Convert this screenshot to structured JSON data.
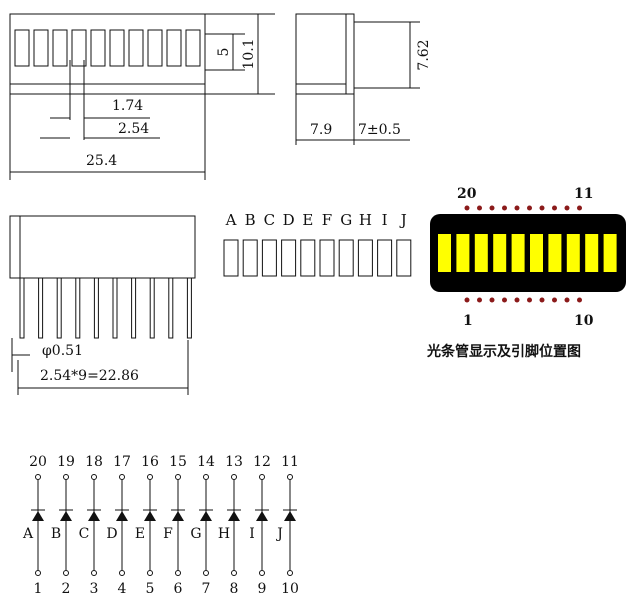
{
  "top_view": {
    "dim_height_inner": "5",
    "dim_height_outer": "10.1",
    "dim_seg_width": "1.74",
    "dim_pitch": "2.54",
    "dim_length": "25.4"
  },
  "side_view": {
    "dim_height": "7.62",
    "dim_body": "7.9",
    "dim_pin": "7±0.5"
  },
  "front_view": {
    "dim_pin_dia": "φ0.51",
    "dim_pin_span": "2.54*9=22.86"
  },
  "segment_letters": [
    "A",
    "B",
    "C",
    "D",
    "E",
    "F",
    "G",
    "H",
    "I",
    "J"
  ],
  "chip": {
    "top_left": "20",
    "top_right": "11",
    "bottom_left": "1",
    "bottom_right": "10",
    "segment_color": "#ffff00",
    "body_color": "#000000",
    "pin_dot_color": "#8b1a1a",
    "caption": "光条管显示及引脚位置图"
  },
  "schematic": {
    "top_pins": [
      "20",
      "19",
      "18",
      "17",
      "16",
      "15",
      "14",
      "13",
      "12",
      "11"
    ],
    "bottom_pins": [
      "1",
      "2",
      "3",
      "4",
      "5",
      "6",
      "7",
      "8",
      "9",
      "10"
    ],
    "letters": [
      "A",
      "B",
      "C",
      "D",
      "E",
      "F",
      "G",
      "H",
      "I",
      "J"
    ]
  }
}
